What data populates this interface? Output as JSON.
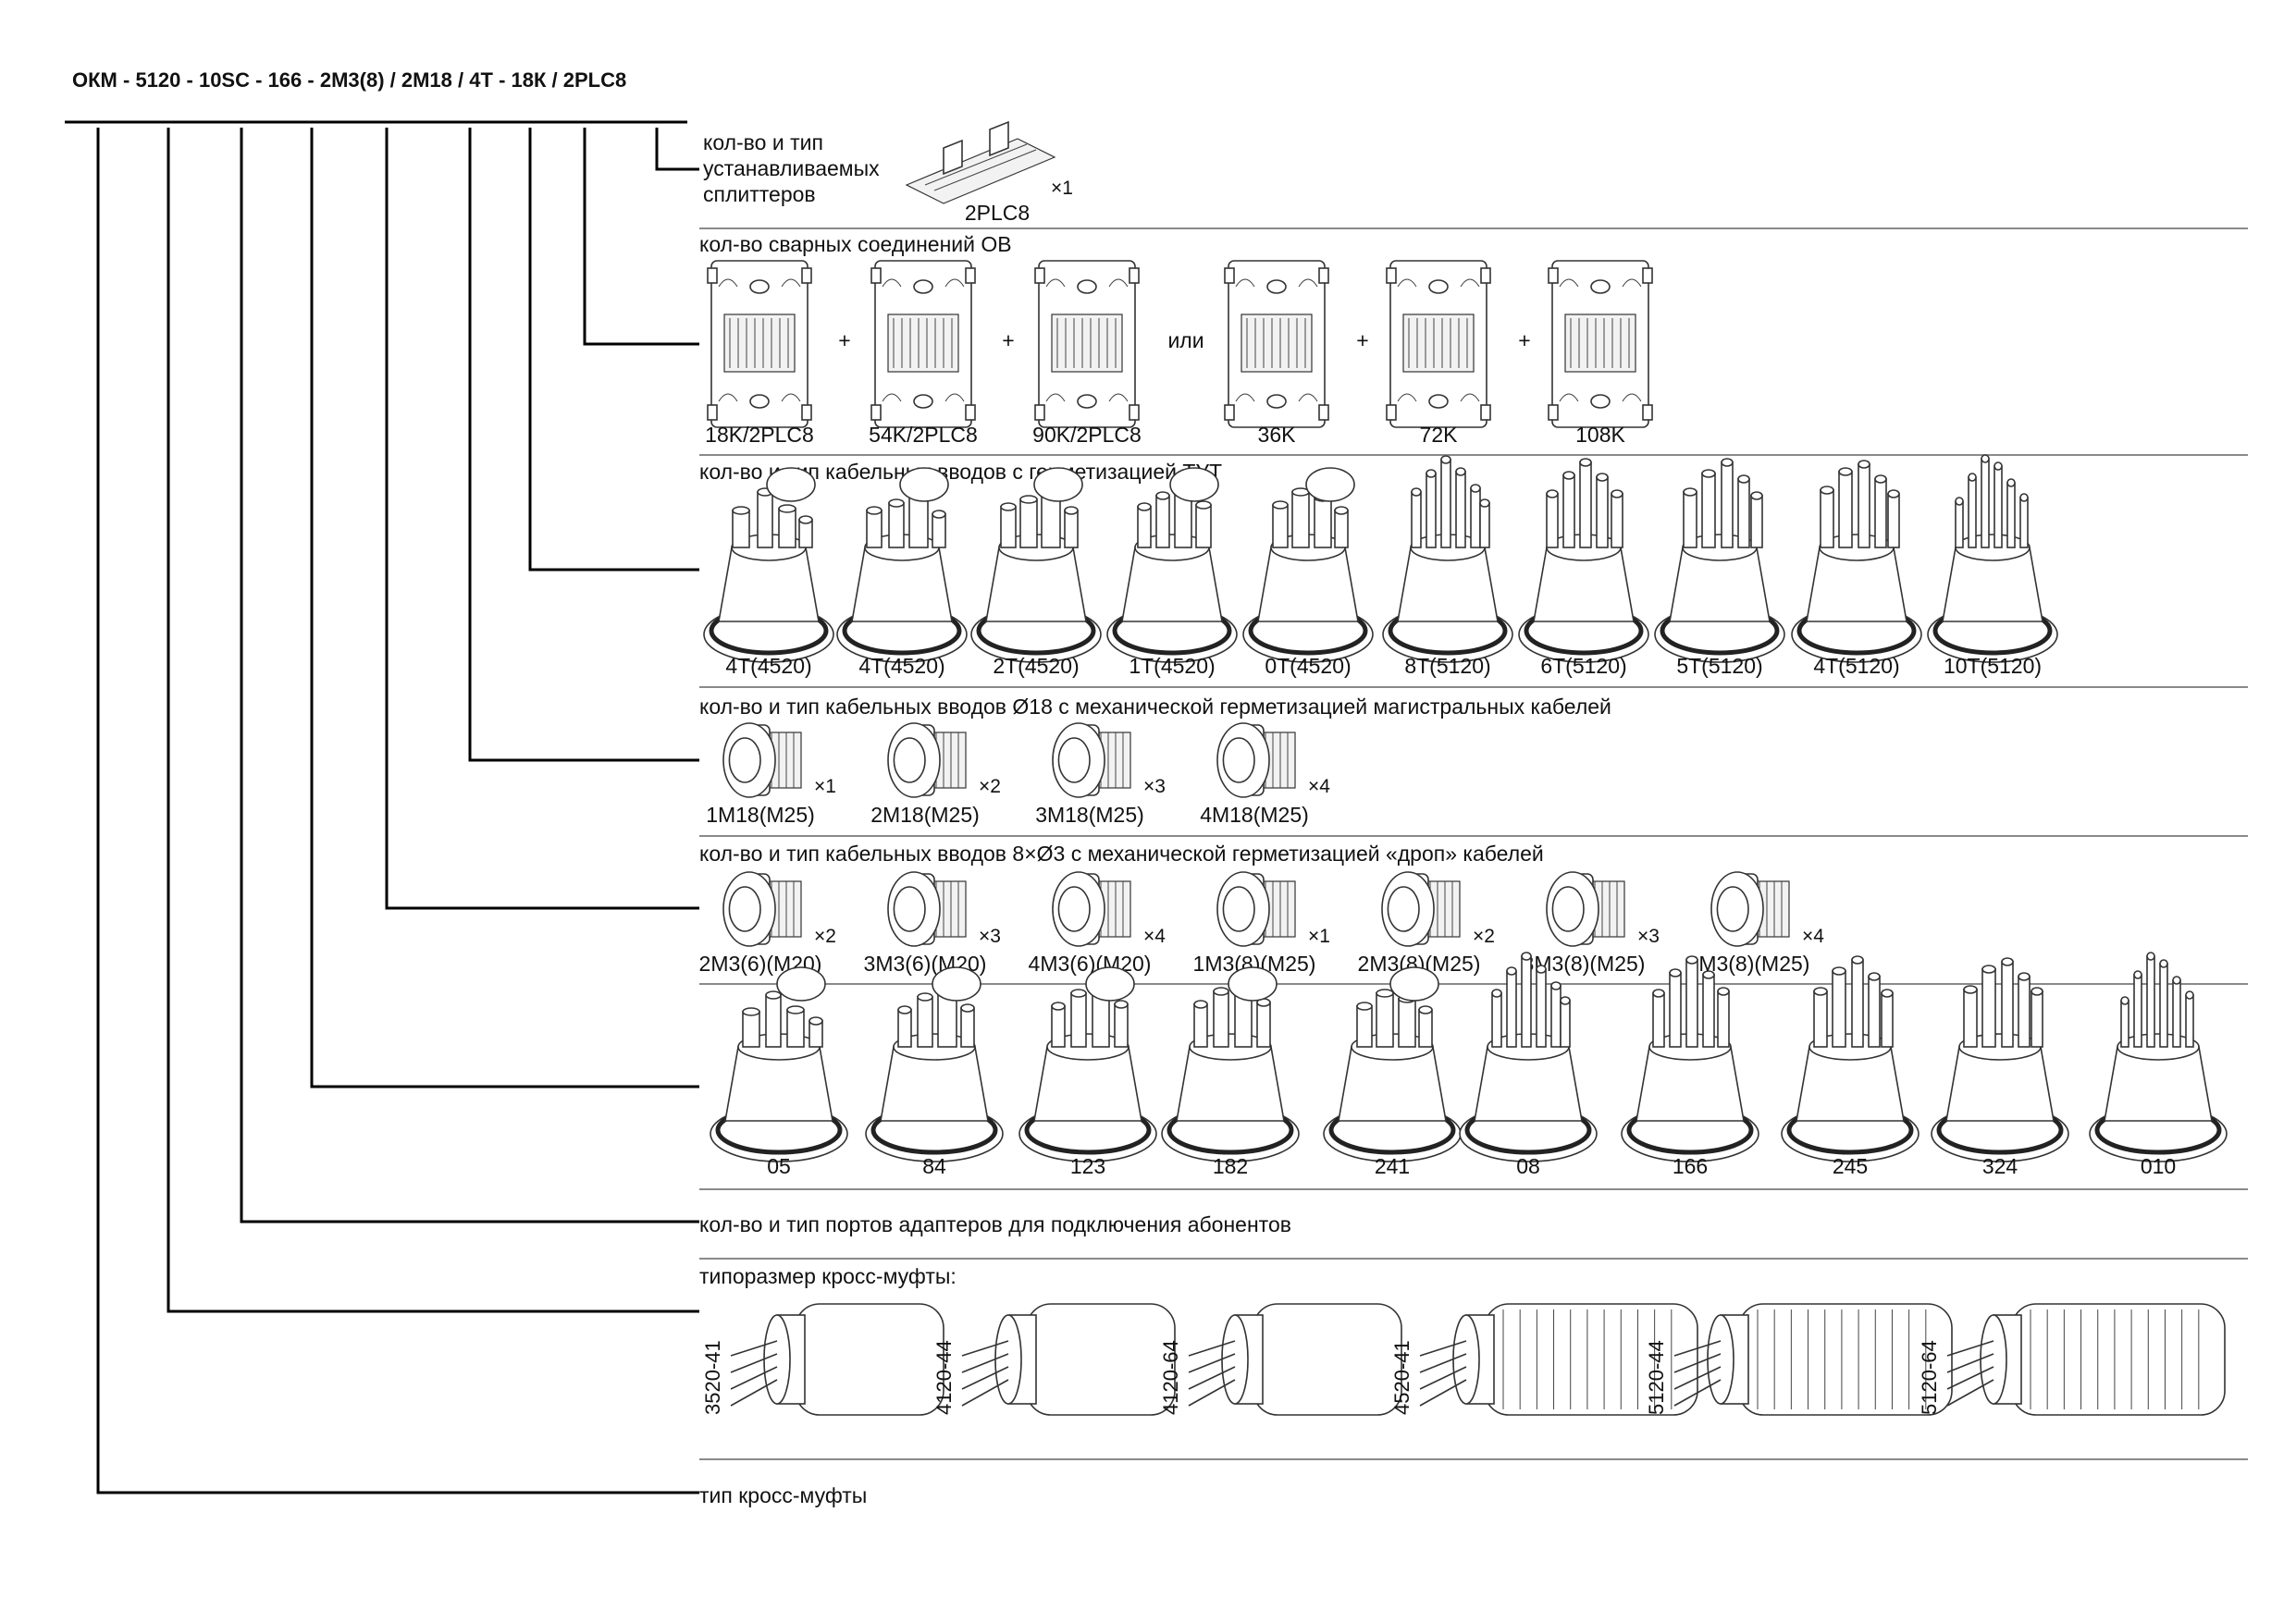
{
  "code": {
    "segments": [
      "ОКМ",
      "5120",
      "10SC",
      "166",
      "2М3(8)",
      "2М18",
      "4Т",
      "18К",
      "2PLC8"
    ],
    "separators": [
      " - ",
      " - ",
      " - ",
      " - ",
      " / ",
      " / ",
      " - ",
      " / "
    ]
  },
  "rows": {
    "splitters": {
      "title": "кол-во и тип\nустанавливаемых\nсплиттеров",
      "items": [
        {
          "label": "2PLC8",
          "mult": "×1"
        }
      ]
    },
    "welds": {
      "title": "кол-во сварных соединений ОВ",
      "items": [
        {
          "label": "18K/2PLC8"
        },
        {
          "label": "54K/2PLC8"
        },
        {
          "label": "90K/2PLC8"
        },
        {
          "label": "36K"
        },
        {
          "label": "72K"
        },
        {
          "label": "108K"
        }
      ],
      "joiners": [
        "+",
        "+",
        "или",
        "+",
        "+"
      ]
    },
    "tut": {
      "title": "кол-во и тип кабельных вводов с герметизацией ТУТ",
      "items": [
        "4T(4520)",
        "4T(4520)",
        "2T(4520)",
        "1T(4520)",
        "0T(4520)",
        "8T(5120)",
        "6T(5120)",
        "5T(5120)",
        "4T(5120)",
        "10T(5120)"
      ]
    },
    "m18": {
      "title": "кол-во и тип кабельных вводов Ø18 с механической герметизацией магистральных кабелей",
      "items": [
        {
          "label": "1M18(M25)",
          "mult": "×1"
        },
        {
          "label": "2M18(M25)",
          "mult": "×2"
        },
        {
          "label": "3M18(M25)",
          "mult": "×3"
        },
        {
          "label": "4M18(M25)",
          "mult": "×4"
        }
      ]
    },
    "m3": {
      "title": "кол-во и тип кабельных вводов 8×Ø3 с механической герметизацией «дроп» кабелей",
      "items": [
        {
          "label": "2M3(6)(M20)",
          "mult": "×2"
        },
        {
          "label": "3M3(6)(M20)",
          "mult": "×3"
        },
        {
          "label": "4M3(6)(M20)",
          "mult": "×4"
        },
        {
          "label": "1M3(8)(M25)",
          "mult": "×1"
        },
        {
          "label": "2M3(8)(M25)",
          "mult": "×2"
        },
        {
          "label": "3M3(8)(M25)",
          "mult": "×3"
        },
        {
          "label": "4M3(8)(M25)",
          "mult": "×4"
        }
      ]
    },
    "ports": {
      "title": "кол-во и тип портов адаптеров для подключения абонентов",
      "items": [
        "05",
        "84",
        "123",
        "182",
        "241",
        "08",
        "166",
        "245",
        "324",
        "010"
      ]
    },
    "size": {
      "title": "типоразмер кросс-муфты:",
      "items": [
        "3520-41",
        "4120-44",
        "4120-64",
        "4520-41",
        "5120-44",
        "5120-64"
      ]
    },
    "type": {
      "title": "тип кросс-муфты"
    }
  },
  "icons": {
    "splitter": "splitter-plate-icon",
    "tray": "splice-tray-icon",
    "base": "cable-entry-base-icon",
    "gland": "cable-gland-icon",
    "closure": "fiber-closure-icon"
  }
}
